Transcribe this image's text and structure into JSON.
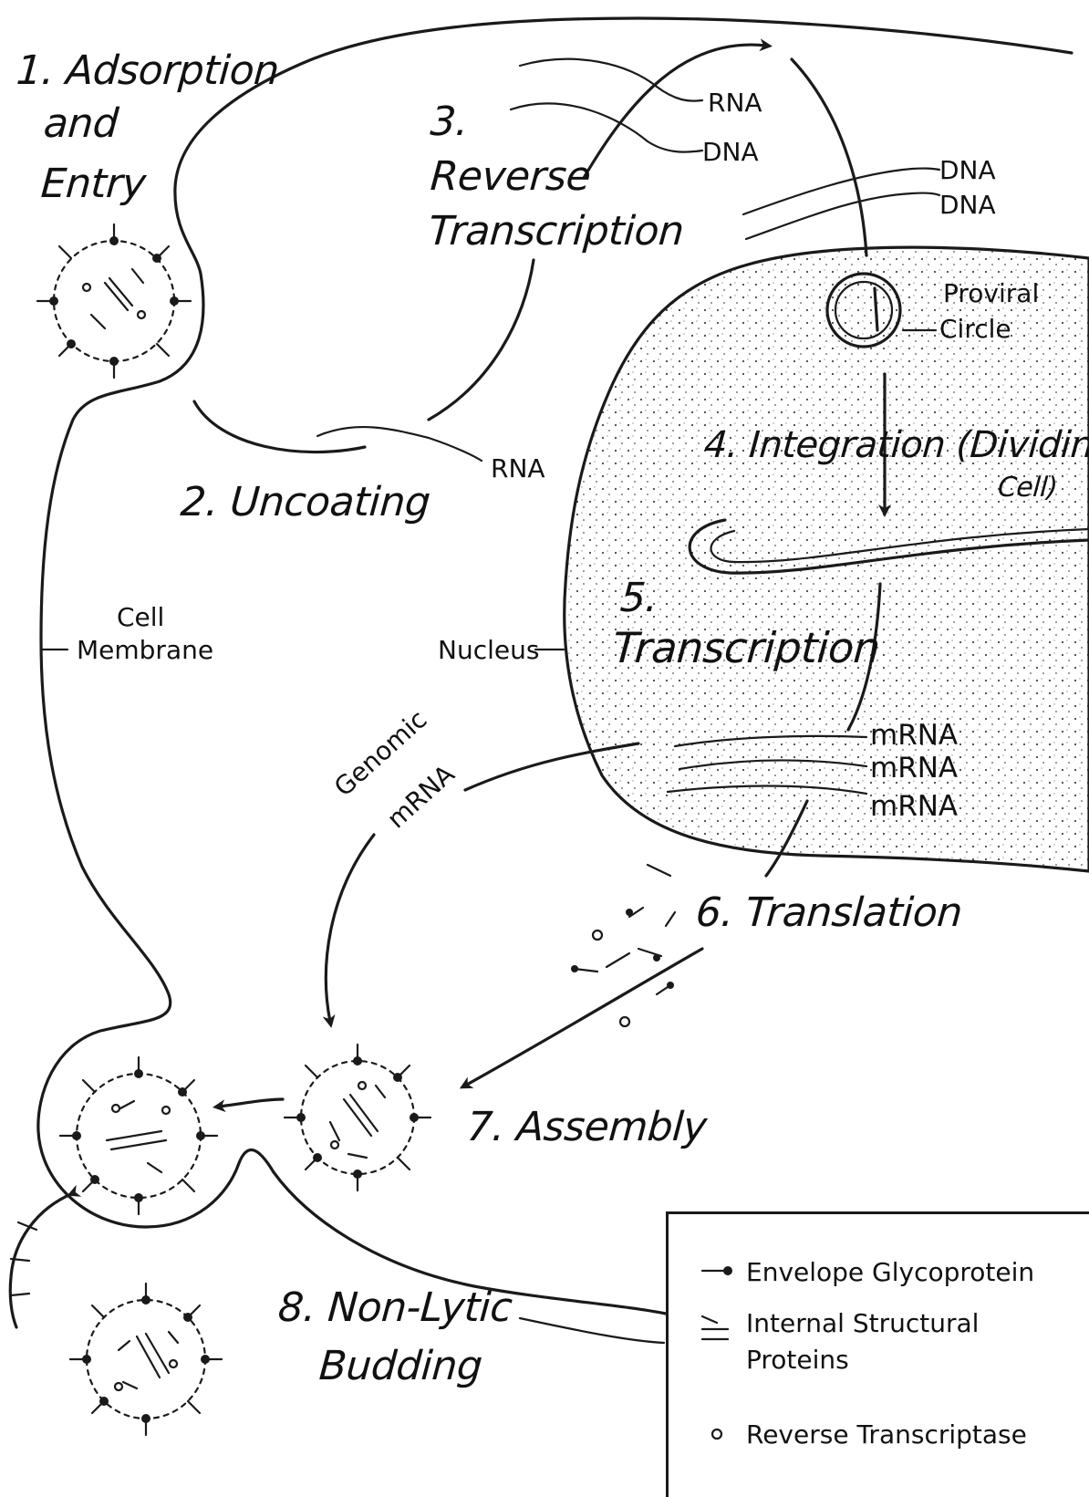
{
  "steps": {
    "step1_line1": "1. Adsorption",
    "step1_line2": "and",
    "step1_line3": "Entry",
    "step2": "2. Uncoating",
    "step3_num": "3.",
    "step3_line1": "Reverse",
    "step3_line2": "Transcription",
    "step4_line1": "4. Integration (Dividin",
    "step4_line2": "Cell)",
    "step5_num": "5.",
    "step5_line1": "Transcription",
    "step6": "6. Translation",
    "step7": "7. Assembly",
    "step8_line1": "8. Non-Lytic",
    "step8_line2": "Budding"
  },
  "labels": {
    "rna_top": "RNA",
    "dna_top": "DNA",
    "dna_1": "DNA",
    "dna_2": "DNA",
    "proviral_1": "Proviral",
    "proviral_2": "Circle",
    "rna_uncoat": "RNA",
    "cell_membrane_1": "Cell",
    "cell_membrane_2": "Membrane",
    "nucleus": "Nucleus",
    "mrna_1": "mRNA",
    "mrna_2": "mRNA",
    "mrna_3": "mRNA",
    "genomic_1": "Genomic",
    "genomic_2": "mRNA"
  },
  "legend": {
    "envelope": "Envelope Glycoprotein",
    "internal_1": "Internal Structural",
    "internal_2": "Proteins",
    "reverse": "Reverse Transcriptase"
  }
}
